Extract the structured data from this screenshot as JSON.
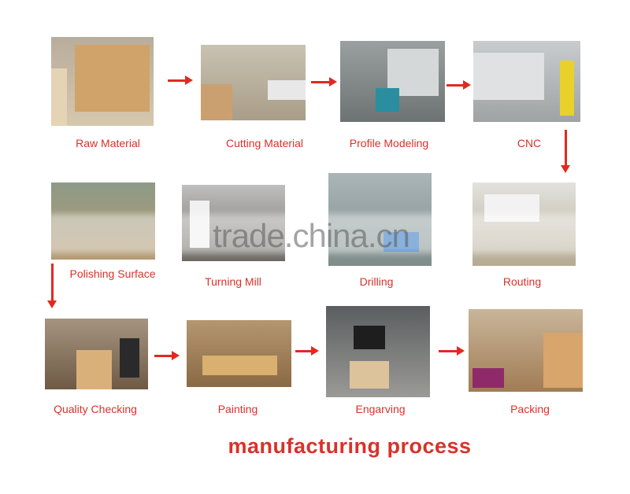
{
  "title": "manufacturing process",
  "watermark": "trade.china.cn",
  "accent_color": "#d9322a",
  "steps": [
    {
      "label": "Raw Material"
    },
    {
      "label": "Cutting Material"
    },
    {
      "label": "Profile Modeling"
    },
    {
      "label": "CNC"
    },
    {
      "label": "Polishing Surface"
    },
    {
      "label": "Turning  Mill"
    },
    {
      "label": "Drilling"
    },
    {
      "label": "Routing"
    },
    {
      "label": "Quality Checking"
    },
    {
      "label": "Painting"
    },
    {
      "label": "Engarving"
    },
    {
      "label": "Packing"
    }
  ]
}
